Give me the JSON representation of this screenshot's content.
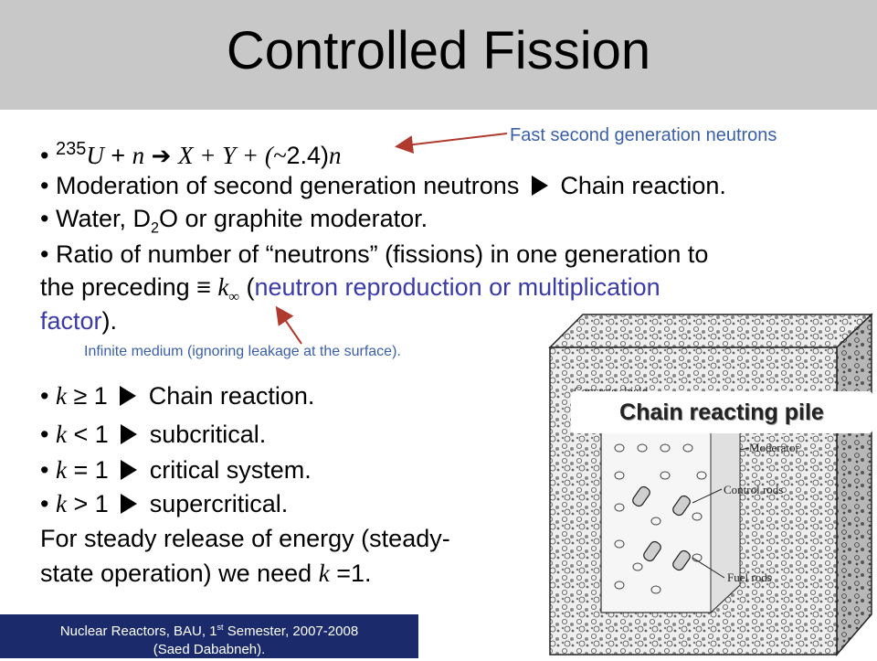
{
  "header": {
    "title": "Controlled Fission"
  },
  "eq": {
    "iso": "235",
    "u": "U",
    "plus1": " + ",
    "n": "n",
    "arrow": "➔",
    "rest": "X + Y + (~",
    "num": "2.4",
    "close": ")",
    "n2": "n"
  },
  "bullets": {
    "b2_pre": "Moderation of second generation neutrons ",
    "b2_post": " Chain reaction.",
    "b3_pre": "Water, D",
    "b3_sub": "2",
    "b3_post": "O or graphite moderator.",
    "b4_line1": "Ratio of number of “neutrons” (fissions) in one generation to",
    "b4_line2a": "the preceding ",
    "b4_equiv": "≡",
    "b4_k": "k",
    "b4_inf": "∞",
    "b4_line2b": " (",
    "b4_blue": "neutron reproduction or multiplication",
    "b4_line3_blue": "factor",
    "b4_line3_end": ")."
  },
  "notes": {
    "fast": "Fast second generation neutrons",
    "infinite": "Infinite medium (ignoring leakage at the surface)."
  },
  "conditions": [
    {
      "k": "k",
      "rel": " ≥ 1 ",
      "text": " Chain reaction."
    },
    {
      "k": "k",
      "rel": " < 1 ",
      "text": " subcritical."
    },
    {
      "k": "k",
      "rel": " = 1 ",
      "text": " critical system."
    },
    {
      "k": "k",
      "rel": " > 1 ",
      "text": " supercritical."
    }
  ],
  "steady": {
    "line1": "For steady release of energy (steady-",
    "line2a": "state operation) we need ",
    "k": "k",
    "line2b": " =1."
  },
  "pile": {
    "label": "Chain reacting pile",
    "concrete": "Concrete shield",
    "moderator": "Moderator",
    "control": "Control rods",
    "fuel": "Fuel rods"
  },
  "footer": {
    "line1a": "Nuclear Reactors, BAU, 1",
    "line1sup": "st",
    "line1b": " Semester, 2007-2008",
    "line2": "(Saed Dababneh)."
  },
  "colors": {
    "title_bar": "#c8c8c8",
    "footer_bg": "#1a2a6a",
    "accent_blue": "#3a3aa8",
    "note_blue": "#3a5fa8",
    "arrow": "#b03a2e"
  }
}
